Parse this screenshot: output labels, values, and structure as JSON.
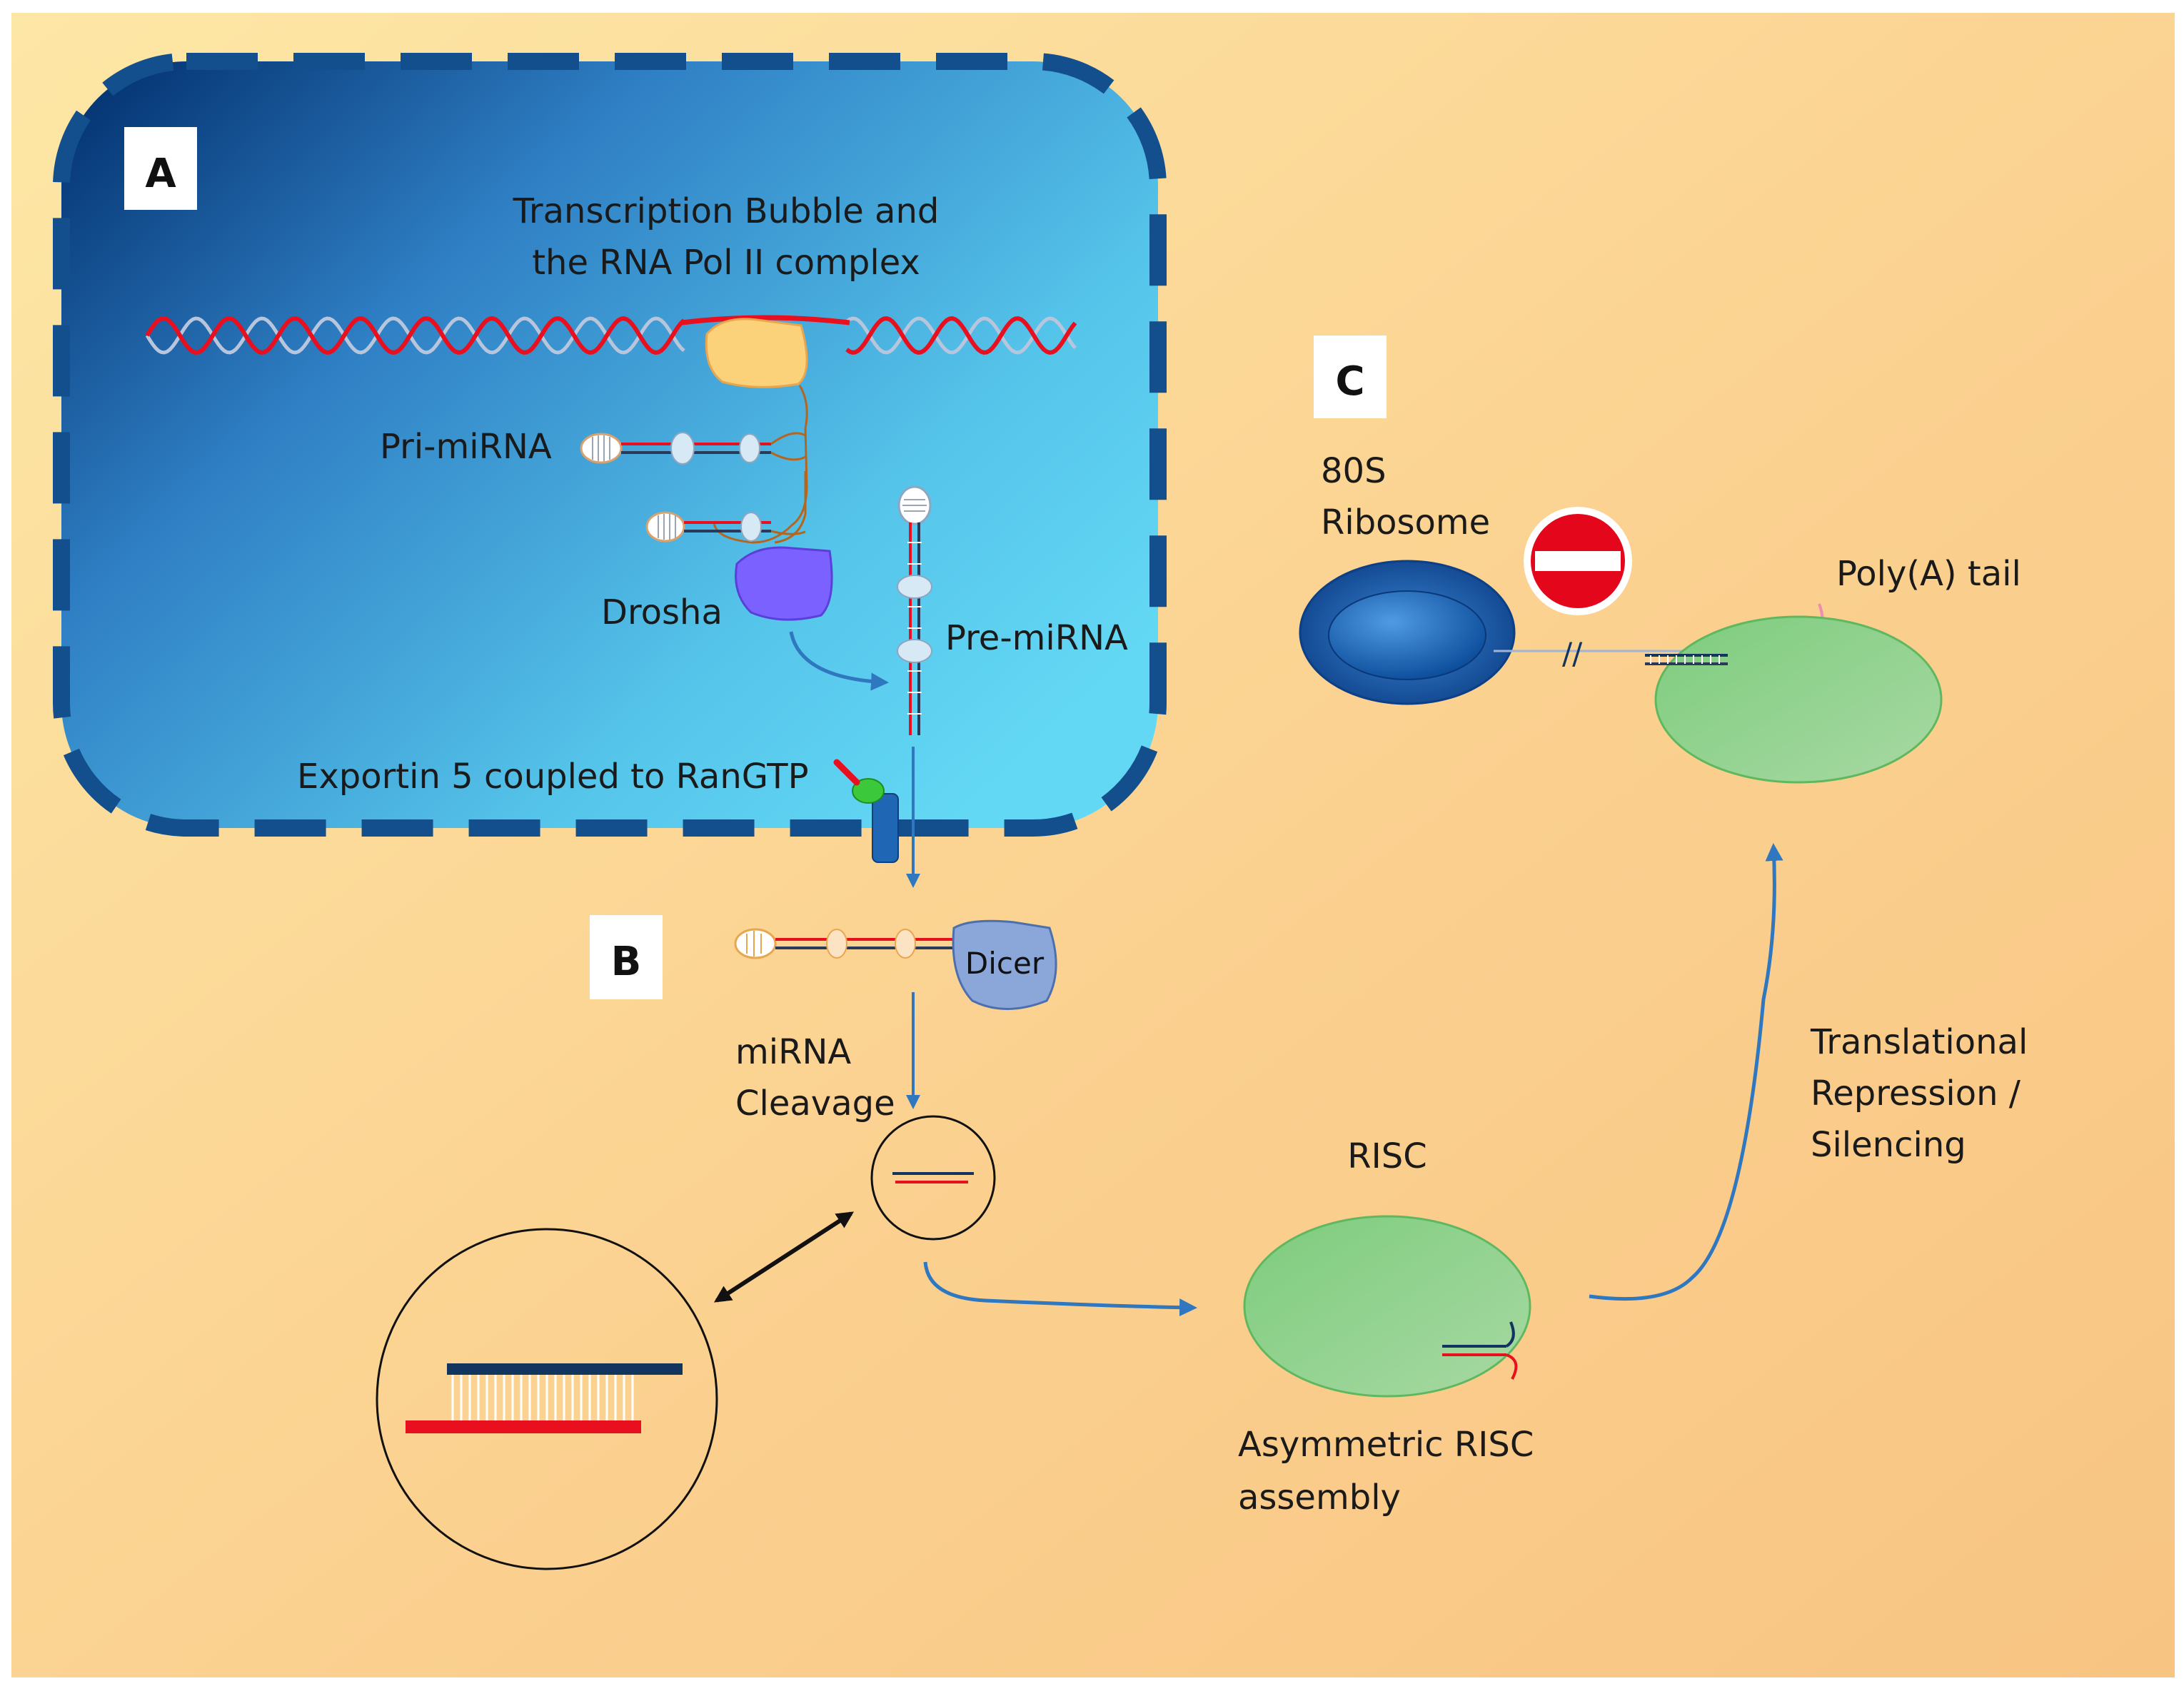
{
  "panels": {
    "a": "A",
    "b": "B",
    "c": "C"
  },
  "labels": {
    "transcription_line1": "Transcription Bubble and",
    "transcription_line2": "the RNA Pol II complex",
    "pri_mirna": "Pri-miRNA",
    "drosha": "Drosha",
    "pre_mirna": "Pre-miRNA",
    "exportin": "Exportin 5 coupled to RanGTP",
    "dicer": "Dicer",
    "cleavage_line1": "miRNA",
    "cleavage_line2": "Cleavage",
    "risc": "RISC",
    "asym_line1": "Asymmetric RISC",
    "asym_line2": "assembly",
    "ribosome_line1": "80S",
    "ribosome_line2": "Ribosome",
    "polya": "Poly(A) tail",
    "repression_line1": "Translational",
    "repression_line2": "Repression /",
    "repression_line3": "Silencing",
    "break_mark": "//"
  },
  "colors": {
    "background_light": "#fde7a6",
    "background_dark": "#f8c785",
    "nucleus_dark": "#002c6a",
    "nucleus_light": "#60d4f2",
    "nucleus_border": "#124f8c",
    "arrow_blue": "#2f78c0",
    "rna_red": "#e8101e",
    "strand_navy": "#12355f",
    "risc_green": "#8fd08f",
    "drosha": "#7b61ff",
    "dicer": "#8ba6d9",
    "pol2": "#fbd27a",
    "ribosome": "#1a5fae",
    "stop_red": "#e4071c"
  }
}
